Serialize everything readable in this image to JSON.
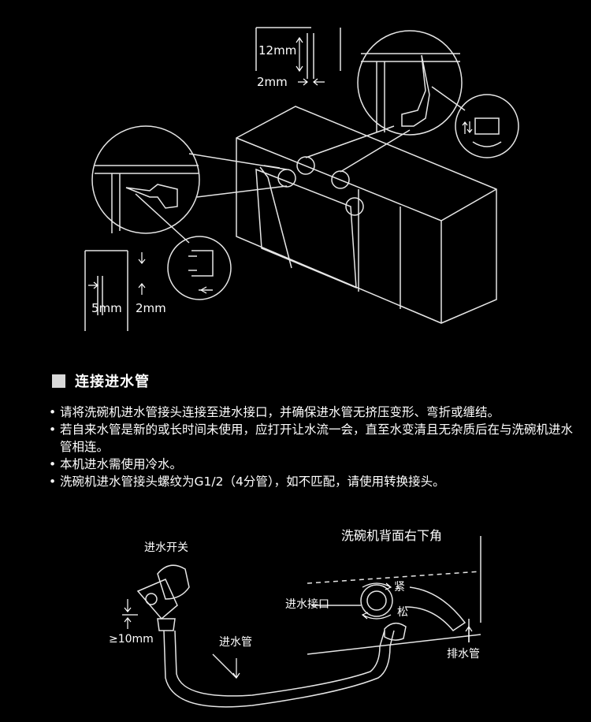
{
  "top_diagram": {
    "dim_12mm": "12mm",
    "dim_2mm_top": "2mm",
    "dim_5mm": "5mm",
    "dim_2mm_left": "2mm"
  },
  "section": {
    "title": "连接进水管",
    "bullets": [
      "请将洗碗机进水管接头连接至进水接口，并确保进水管无挤压变形、弯折或缠结。",
      "若自来水管是新的或长时间未使用，应打开让水流一会，直至水变清且无杂质后在与洗碗机进水管相连。",
      "本机进水需使用冷水。",
      "洗碗机进水管接头螺纹为G1/2（4分管），如不匹配，请使用转换接头。"
    ]
  },
  "bottom_diagram": {
    "corner_label": "洗碗机背面右下角",
    "valve_label": "进水开关",
    "inlet_label": "进水接口",
    "tight_label": "紧",
    "loose_label": "松",
    "distance_label": "≥10mm",
    "hose_label": "进水管",
    "drain_label": "排水管"
  }
}
